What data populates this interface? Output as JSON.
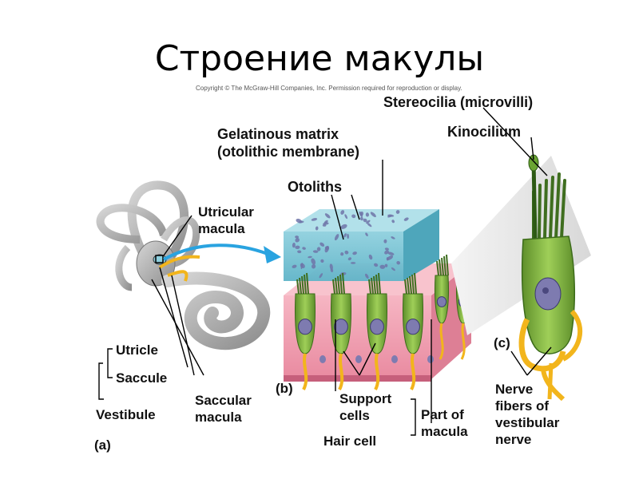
{
  "title": "Строение макулы",
  "copyright": "Copyright © The McGraw-Hill Companies, Inc. Permission required for reproduction or display.",
  "labels": {
    "stereocilia": "Stereocilia (microvilli)",
    "kinocilium": "Kinocilium",
    "gelatinous_1": "Gelatinous matrix",
    "gelatinous_2": "(otolithic membrane)",
    "otoliths": "Otoliths",
    "utricular_1": "Utricular",
    "utricular_2": "macula",
    "utricle": "Utricle",
    "saccule": "Saccule",
    "vestibule": "Vestibule",
    "saccular_1": "Saccular",
    "saccular_2": "macula",
    "support_1": "Support",
    "support_2": "cells",
    "hair_cell": "Hair cell",
    "part_1": "Part of",
    "part_2": "macula",
    "nerve_1": "Nerve",
    "nerve_2": "fibers of",
    "nerve_3": "vestibular",
    "nerve_4": "nerve"
  },
  "panels": {
    "a": "(a)",
    "b": "(b)",
    "c": "(c)"
  },
  "colors": {
    "otolith_membrane": "#7fc6d6",
    "support_tissue": "#f2a3b3",
    "hair_cell": "#8dbf4a",
    "nerve_fiber": "#f2b51c",
    "nucleus": "#7e7bb0",
    "arrow": "#29a3e0",
    "inner_ear": "#a9a9a9"
  }
}
